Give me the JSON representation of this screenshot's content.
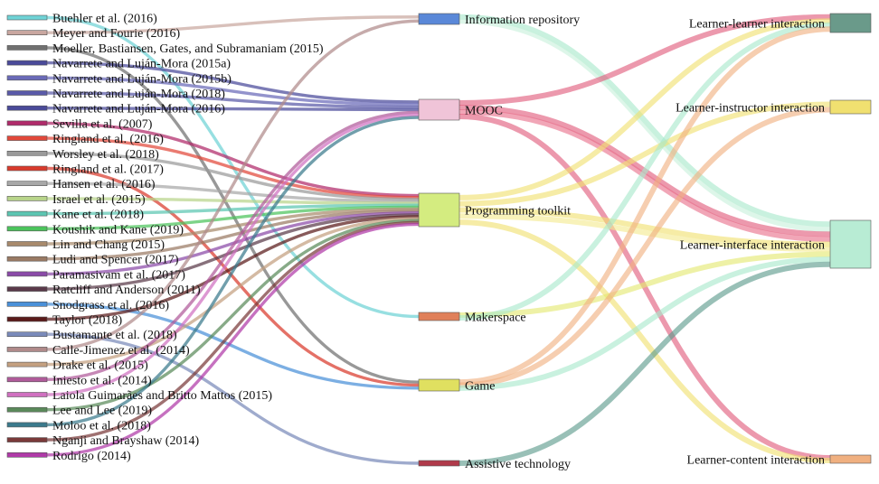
{
  "sources": [
    {
      "id": "s0",
      "label": "Buehler et al. (2016)",
      "color": "#6fd3d6"
    },
    {
      "id": "s1",
      "label": "Meyer and Fourie (2016)",
      "color": "#c9a7a0"
    },
    {
      "id": "s2",
      "label": "Moeller, Bastiansen, Gates, and Subramaniam (2015)",
      "color": "#707070"
    },
    {
      "id": "s3",
      "label": "Navarrete and Luján-Mora (2015a)",
      "color": "#4a4a9a"
    },
    {
      "id": "s4",
      "label": "Navarrete and Luján-Mora (2015b)",
      "color": "#6a6ab8"
    },
    {
      "id": "s5",
      "label": "Navarrete and Luján-Mora (2018)",
      "color": "#5a5aa8"
    },
    {
      "id": "s6",
      "label": "Navarrete and Luján-Mora (2016)",
      "color": "#4a4a9a"
    },
    {
      "id": "s7",
      "label": "Sevilla et al. (2007)",
      "color": "#b02a6a"
    },
    {
      "id": "s8",
      "label": "Ringland et al. (2016)",
      "color": "#e2483a"
    },
    {
      "id": "s9",
      "label": "Worsley et al. (2018)",
      "color": "#9a9a9a"
    },
    {
      "id": "s10",
      "label": "Ringland et al. (2017)",
      "color": "#d93a2c"
    },
    {
      "id": "s11",
      "label": "Hansen et al. (2016)",
      "color": "#a8a8a8"
    },
    {
      "id": "s12",
      "label": "Israel et al. (2015)",
      "color": "#b8d48a"
    },
    {
      "id": "s13",
      "label": "Kane et al. (2018)",
      "color": "#5cc6b2"
    },
    {
      "id": "s14",
      "label": "Koushik and Kane (2019)",
      "color": "#4cc45c"
    },
    {
      "id": "s15",
      "label": "Lin and Chang (2015)",
      "color": "#a88a6c"
    },
    {
      "id": "s16",
      "label": "Ludi and Spencer (2017)",
      "color": "#9a7a64"
    },
    {
      "id": "s17",
      "label": "Paramasivam et al. (2017)",
      "color": "#8a4aa8"
    },
    {
      "id": "s18",
      "label": "Ratcliff and Anderson (2011)",
      "color": "#5a3a4a"
    },
    {
      "id": "s19",
      "label": "Snodgrass et al. (2016)",
      "color": "#4a90d8"
    },
    {
      "id": "s20",
      "label": "Taylor (2018)",
      "color": "#5a1a1a"
    },
    {
      "id": "s21",
      "label": "Bustamante et al. (2018)",
      "color": "#7a8aba"
    },
    {
      "id": "s22",
      "label": "Calle-Jimenez et al. (2014)",
      "color": "#b08a8a"
    },
    {
      "id": "s23",
      "label": "Drake et al. (2015)",
      "color": "#c4a080"
    },
    {
      "id": "s24",
      "label": "Iniesto et al. (2014)",
      "color": "#b05a9a"
    },
    {
      "id": "s25",
      "label": "Laiola Guimarães and Britto Mattos (2015)",
      "color": "#d070c0"
    },
    {
      "id": "s26",
      "label": "Lee and Lee (2019)",
      "color": "#5a8a5a"
    },
    {
      "id": "s27",
      "label": "Moloo et al. (2018)",
      "color": "#3a7a8c"
    },
    {
      "id": "s28",
      "label": "Nganji and Brayshaw (2014)",
      "color": "#7a3a3a"
    },
    {
      "id": "s29",
      "label": "Rodrigo (2014)",
      "color": "#b03aa8"
    }
  ],
  "middle_nodes": [
    {
      "id": "m0",
      "label": "Information repository",
      "color": "#5a88d8"
    },
    {
      "id": "m1",
      "label": "MOOC",
      "color": "#f0c4d8"
    },
    {
      "id": "m2",
      "label": "Programming toolkit",
      "color": "#d4ec80"
    },
    {
      "id": "m3",
      "label": "Makerspace",
      "color": "#e0805a"
    },
    {
      "id": "m4",
      "label": "Game",
      "color": "#e0e060"
    },
    {
      "id": "m5",
      "label": "Assistive technology",
      "color": "#b03a4a"
    }
  ],
  "target_nodes": [
    {
      "id": "t0",
      "label": "Learner-learner interaction",
      "color": "#6a9a8a"
    },
    {
      "id": "t1",
      "label": "Learner-instructor interaction",
      "color": "#f0e070"
    },
    {
      "id": "t2",
      "label": "Learner-interface interaction",
      "color": "#b8ecd4"
    },
    {
      "id": "t3",
      "label": "Learner-content interaction",
      "color": "#f0b080"
    }
  ],
  "links_left": [
    [
      "s0",
      "m3"
    ],
    [
      "s1",
      "m0"
    ],
    [
      "s2",
      "m4"
    ],
    [
      "s3",
      "m1"
    ],
    [
      "s4",
      "m1"
    ],
    [
      "s5",
      "m1"
    ],
    [
      "s6",
      "m1"
    ],
    [
      "s7",
      "m2"
    ],
    [
      "s8",
      "m2"
    ],
    [
      "s9",
      "m2"
    ],
    [
      "s10",
      "m4"
    ],
    [
      "s11",
      "m2"
    ],
    [
      "s12",
      "m2"
    ],
    [
      "s13",
      "m2"
    ],
    [
      "s14",
      "m2"
    ],
    [
      "s15",
      "m2"
    ],
    [
      "s16",
      "m2"
    ],
    [
      "s17",
      "m2"
    ],
    [
      "s18",
      "m2"
    ],
    [
      "s19",
      "m4"
    ],
    [
      "s20",
      "m2"
    ],
    [
      "s21",
      "m5"
    ],
    [
      "s22",
      "m0"
    ],
    [
      "s23",
      "m2"
    ],
    [
      "s24",
      "m1"
    ],
    [
      "s25",
      "m1"
    ],
    [
      "s26",
      "m2"
    ],
    [
      "s27",
      "m1"
    ],
    [
      "s28",
      "m2"
    ],
    [
      "s29",
      "m2"
    ]
  ],
  "links_right": [
    [
      "m0",
      "t2",
      "#a8e8cc"
    ],
    [
      "m0",
      "t2",
      "#c8f0dc"
    ],
    [
      "m1",
      "t0",
      "#e05a7a"
    ],
    [
      "m1",
      "t2",
      "#e05a7a"
    ],
    [
      "m1",
      "t2",
      "#e8708a"
    ],
    [
      "m1",
      "t3",
      "#e05a7a"
    ],
    [
      "m2",
      "t0",
      "#f0e070"
    ],
    [
      "m2",
      "t1",
      "#f0e070"
    ],
    [
      "m2",
      "t2",
      "#f0e070"
    ],
    [
      "m2",
      "t2",
      "#f4ea90"
    ],
    [
      "m2",
      "t3",
      "#f0e070"
    ],
    [
      "m3",
      "t2",
      "#e4e870"
    ],
    [
      "m3",
      "t0",
      "#a8e8cc"
    ],
    [
      "m4",
      "t0",
      "#f0b080"
    ],
    [
      "m4",
      "t1",
      "#f0b080"
    ],
    [
      "m4",
      "t2",
      "#a8e8cc"
    ],
    [
      "m5",
      "t2",
      "#5a9a8a"
    ]
  ]
}
